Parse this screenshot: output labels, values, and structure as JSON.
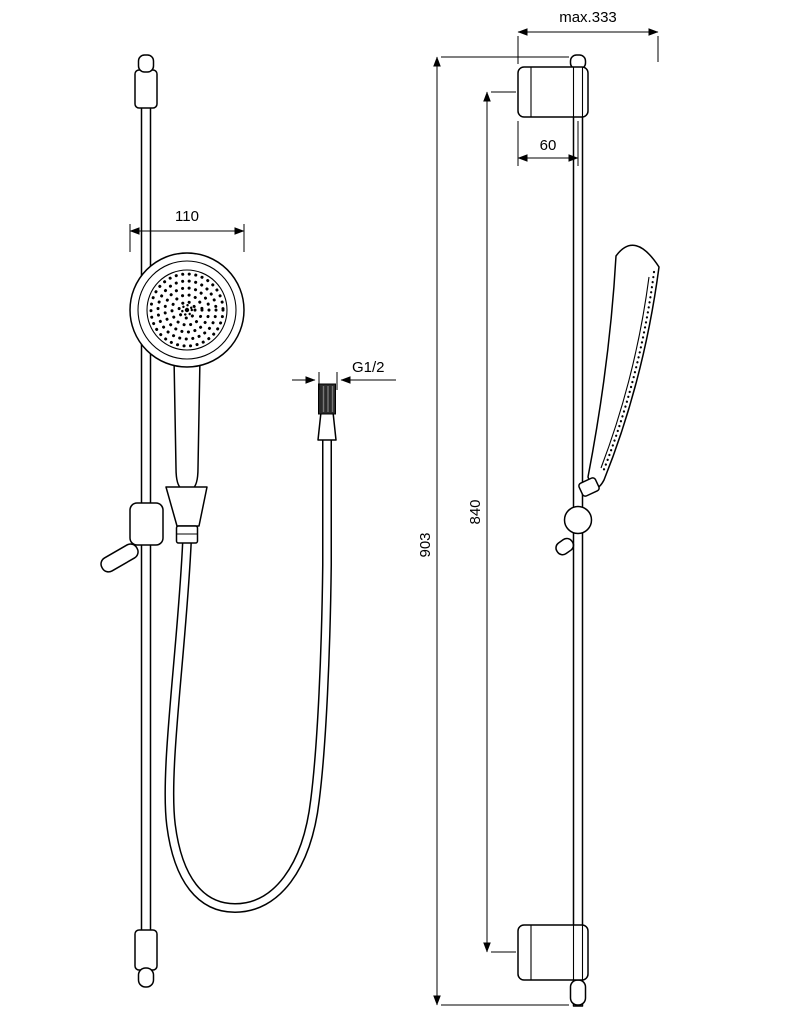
{
  "colors": {
    "line": "#000000",
    "background": "#ffffff",
    "thread_fill": "#2b2b2b"
  },
  "drawing": {
    "dimensions": {
      "head_diameter": "110",
      "hose_thread": "G1/2",
      "max_depth": "max.333",
      "bracket_depth": "60",
      "overall_height": "903",
      "fixing_height": "840"
    }
  }
}
